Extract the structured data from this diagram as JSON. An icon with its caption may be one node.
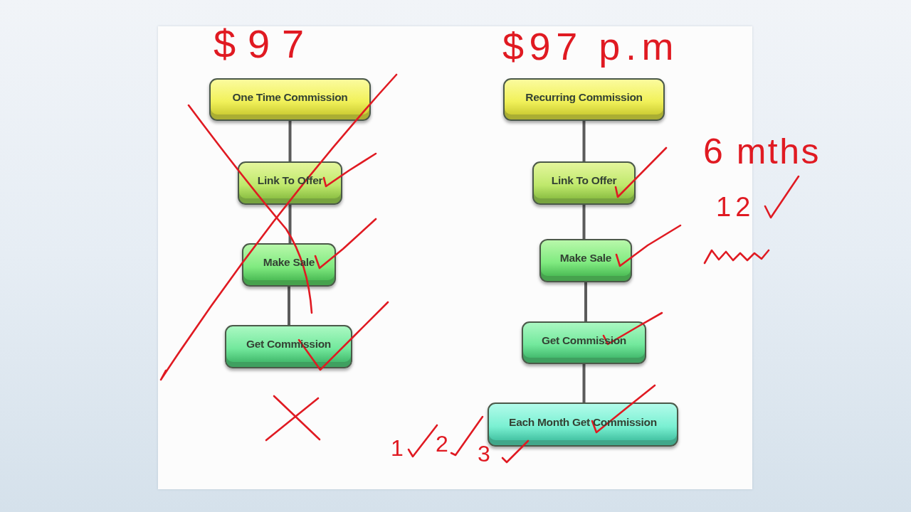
{
  "diagram": {
    "nodes": [
      {
        "text": [
          "One Time Commission"
        ]
      },
      {
        "text": [
          "Link To Offer"
        ]
      },
      {
        "text": [
          "Make Sale"
        ]
      },
      {
        "text": [
          "Get Commission"
        ]
      },
      {
        "text": [
          "Recurring Commission"
        ]
      },
      {
        "text": [
          "Link To Offer"
        ]
      },
      {
        "text": [
          "Make Sale"
        ]
      },
      {
        "text": [
          "Get Commission"
        ]
      },
      {
        "text": [
          "Each Month Get Commission"
        ]
      }
    ],
    "edges": [
      {
        "from": 0,
        "to": 1,
        "arrow": "none"
      },
      {
        "from": 1,
        "to": 2,
        "arrow": "none"
      },
      {
        "from": 2,
        "to": 3,
        "arrow": "none"
      },
      {
        "from": 4,
        "to": 5,
        "arrow": "none"
      },
      {
        "from": 5,
        "to": 6,
        "arrow": "none"
      },
      {
        "from": 6,
        "to": 7,
        "arrow": "none"
      },
      {
        "from": 7,
        "to": 8,
        "arrow": "none"
      }
    ],
    "labels": [
      "$97",
      "$97 p.m",
      "6 mths",
      "12",
      "1",
      "2",
      "3"
    ]
  }
}
